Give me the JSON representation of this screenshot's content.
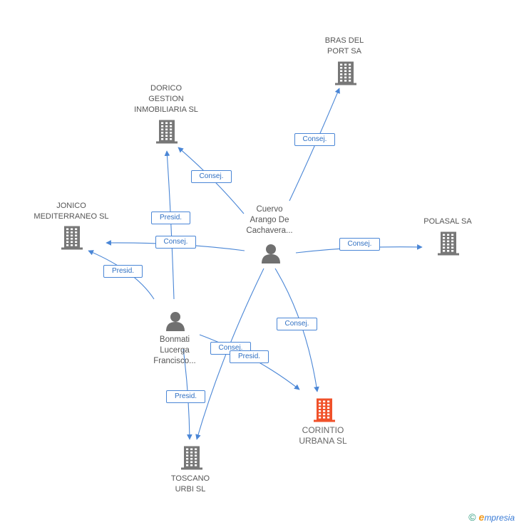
{
  "colors": {
    "edge": "#4a86d6",
    "node_gray": "#777777",
    "node_focus": "#f0512a",
    "person": "#707070"
  },
  "nodes": {
    "bras": {
      "label": "BRAS DEL\nPORT SA",
      "icon": "building-icon"
    },
    "dorico": {
      "label": "DORICO\nGESTION\nINMOBILIARIA SL",
      "icon": "building-icon"
    },
    "jonico": {
      "label": "JONICO\nMEDITERRANEO SL",
      "icon": "building-icon"
    },
    "polasal": {
      "label": "POLASAL SA",
      "icon": "building-icon"
    },
    "corintio": {
      "label": "CORINTIO\nURBANA SL",
      "icon": "building-icon"
    },
    "toscano": {
      "label": "TOSCANO\nURBI SL",
      "icon": "building-icon"
    },
    "cuervo": {
      "label": "Cuervo\nArango De\nCachavera...",
      "icon": "person-icon"
    },
    "bonmati": {
      "label": "Bonmati\nLucerga\nFrancisco...",
      "icon": "person-icon"
    }
  },
  "edges": [
    {
      "from": "cuervo",
      "to": "bras",
      "label": "Consej."
    },
    {
      "from": "cuervo",
      "to": "dorico",
      "label": "Consej."
    },
    {
      "from": "cuervo",
      "to": "jonico",
      "label": "Consej."
    },
    {
      "from": "cuervo",
      "to": "polasal",
      "label": "Consej."
    },
    {
      "from": "cuervo",
      "to": "corintio",
      "label": "Consej."
    },
    {
      "from": "cuervo",
      "to": "toscano",
      "label": "Consej."
    },
    {
      "from": "bonmati",
      "to": "dorico",
      "label": "Presid."
    },
    {
      "from": "bonmati",
      "to": "jonico",
      "label": "Presid."
    },
    {
      "from": "bonmati",
      "to": "corintio",
      "label": "Presid."
    },
    {
      "from": "bonmati",
      "to": "toscano",
      "label": "Presid."
    }
  ],
  "footer": {
    "copyright": "©",
    "brand_initial": "e",
    "brand_rest": "mpresia"
  }
}
